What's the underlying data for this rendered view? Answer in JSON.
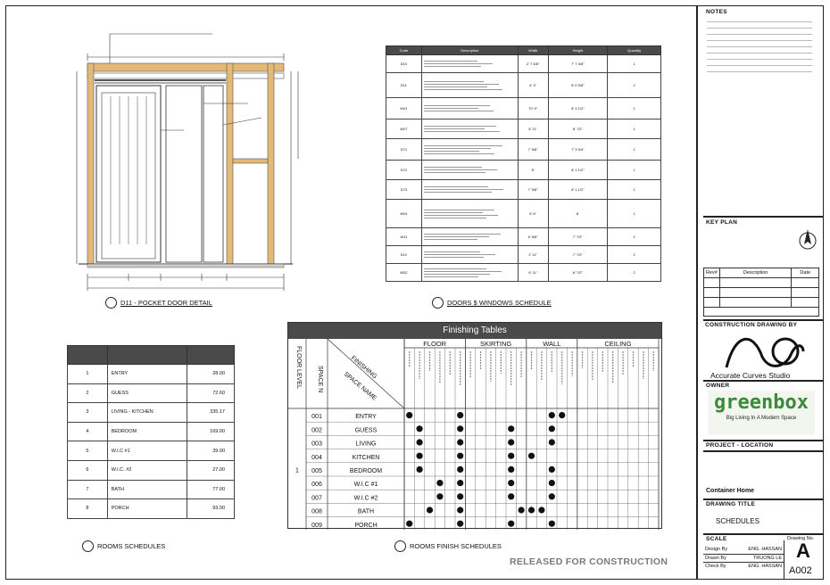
{
  "captions": {
    "detail": "D11 - POCKET DOOR DETAIL",
    "doors_windows": "DOORS $ WINDOWS SCHEDULE",
    "rooms": "ROOMS  SCHEDULES",
    "rooms_finish": "ROOMS FINISH SCHEDULES"
  },
  "title_block": {
    "notes_heading": "NOTES",
    "key_plan": "KEY PLAN",
    "rev": "Rev#",
    "description": "Description",
    "date": "Date",
    "construction_by": "CONSTRUCTION DRAWING BY",
    "studio": "Accurate Curves Studio",
    "owner": "OWNER",
    "owner_logo": "greenbox",
    "owner_tagline": "Big Living In A Modern Space",
    "project_location": "PROJECT - LOCATION",
    "project_name": "Container Home",
    "drawing_title_label": "DRAWING TITLE",
    "drawing_title": "SCHEDULES",
    "scale": "SCALE",
    "drawing_no_label": "Drawing No.",
    "design_by": "Design By",
    "drawn_by": "Drawn By",
    "check_by": "Check By",
    "design_name": "ENG. HASSAN",
    "drawn_name": "TRUONG LE",
    "check_name": "ENG. HASSAN",
    "sheet_letter": "A",
    "sheet_no": "A002"
  },
  "released": "RELEASED FOR CONSTRUCTION",
  "dw_schedule": {
    "headers": [
      "Code",
      "Description",
      "Width",
      "Height",
      "Quantity"
    ],
    "rows": [
      {
        "code": "D10",
        "width": "2' 7 5/8\"",
        "height": "7' 7 5/8\"",
        "qty": "1"
      },
      {
        "code": "D11",
        "width": "4' 3\"",
        "height": "8' 0 5/8\"",
        "qty": "2"
      },
      {
        "code": "W01",
        "width": "70' 9\"",
        "height": "8' 3 1/2\"",
        "qty": "1"
      },
      {
        "code": "W07",
        "width": "6' 11\"",
        "height": "8' 7/2\"",
        "qty": "1"
      },
      {
        "code": "D71",
        "width": "7' 5/8\"",
        "height": "7' 3 5/4\"",
        "qty": "1"
      },
      {
        "code": "D72",
        "width": "8'",
        "height": "8' 1 1/2\"",
        "qty": "1"
      },
      {
        "code": "D73",
        "width": "7' 5/8\"",
        "height": "8' 1 1/2\"",
        "qty": "1"
      },
      {
        "code": "W04",
        "width": "5' 6\"",
        "height": "8'",
        "qty": "1"
      },
      {
        "code": "W11",
        "width": "6' 5/8\"",
        "height": "7' 7/2\"",
        "qty": "1"
      },
      {
        "code": "D12",
        "width": "2' 11\"",
        "height": "7' 7/2\"",
        "qty": "2"
      },
      {
        "code": "W02",
        "width": "6' 11\"",
        "height": "6' 7/2\"",
        "qty": "2"
      }
    ]
  },
  "rooms_schedule": {
    "rows": [
      {
        "no": "1",
        "name": "ENTRY",
        "area": "28.00"
      },
      {
        "no": "2",
        "name": "GUESS",
        "area": "72.60"
      },
      {
        "no": "3",
        "name": "LIVING - KITCHEN",
        "area": "335.17"
      },
      {
        "no": "4",
        "name": "BEDROOM",
        "area": "169.00"
      },
      {
        "no": "5",
        "name": "W.I.C #1",
        "area": "39.00"
      },
      {
        "no": "6",
        "name": "W.I.C. #2",
        "area": "27.00"
      },
      {
        "no": "7",
        "name": "BATH",
        "area": "77.00"
      },
      {
        "no": "8",
        "name": "PORCH",
        "area": "93.00"
      }
    ]
  },
  "finishing": {
    "title": "Finishing Tables",
    "floor_level_label": "FLOOR LEVEL",
    "space_n_label": "SPACE N",
    "finishing_label": "FINISHING",
    "space_name_label": "SPACE NAME",
    "groups": [
      "FLOOR",
      "SKIRTING",
      "WALL",
      "CEILING"
    ],
    "floor_level": "1",
    "rows": [
      {
        "n": "001",
        "name": "ENTRY",
        "dots": [
          0,
          5,
          14,
          15
        ]
      },
      {
        "n": "002",
        "name": "GUESS",
        "dots": [
          1,
          5,
          10,
          14
        ]
      },
      {
        "n": "003",
        "name": "LIVING",
        "dots": [
          1,
          5,
          10,
          14
        ]
      },
      {
        "n": "004",
        "name": "KITCHEN",
        "dots": [
          1,
          5,
          10,
          12
        ]
      },
      {
        "n": "005",
        "name": "BEDROOM",
        "dots": [
          1,
          5,
          10,
          14
        ]
      },
      {
        "n": "006",
        "name": "W.I.C #1",
        "dots": [
          3,
          5,
          10,
          14
        ]
      },
      {
        "n": "007",
        "name": "W.I.C #2",
        "dots": [
          3,
          5,
          10,
          14
        ]
      },
      {
        "n": "008",
        "name": "BATH",
        "dots": [
          2,
          5,
          11,
          12,
          13
        ]
      },
      {
        "n": "009",
        "name": "PORCH",
        "dots": [
          0,
          5,
          10,
          14
        ]
      }
    ]
  },
  "colors": {
    "header": "#4a4a4a",
    "wood": "#e3b978",
    "studio_stroke": "#111",
    "green": "#3a8a3a"
  }
}
